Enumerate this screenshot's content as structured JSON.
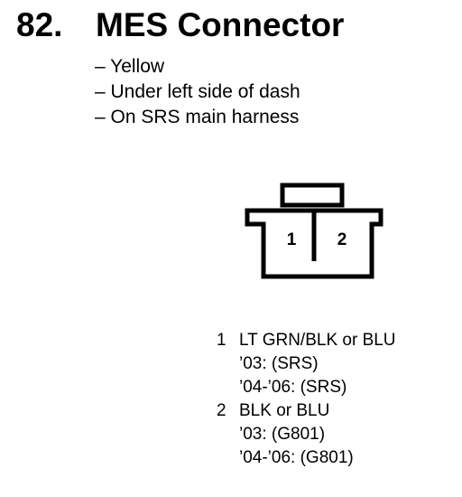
{
  "header": {
    "number": "82.",
    "title": "MES Connector"
  },
  "notes": [
    "– Yellow",
    "– Under left side of dash",
    "– On SRS main harness"
  ],
  "connector": {
    "cavities": [
      "1",
      "2"
    ]
  },
  "pins": [
    {
      "number": "1",
      "wire": "LT GRN/BLK or BLU",
      "details": [
        "’03: (SRS)",
        "’04-’06: (SRS)"
      ]
    },
    {
      "number": "2",
      "wire": "BLK or BLU",
      "details": [
        "’03: (G801)",
        "’04-’06: (G801)"
      ]
    }
  ]
}
